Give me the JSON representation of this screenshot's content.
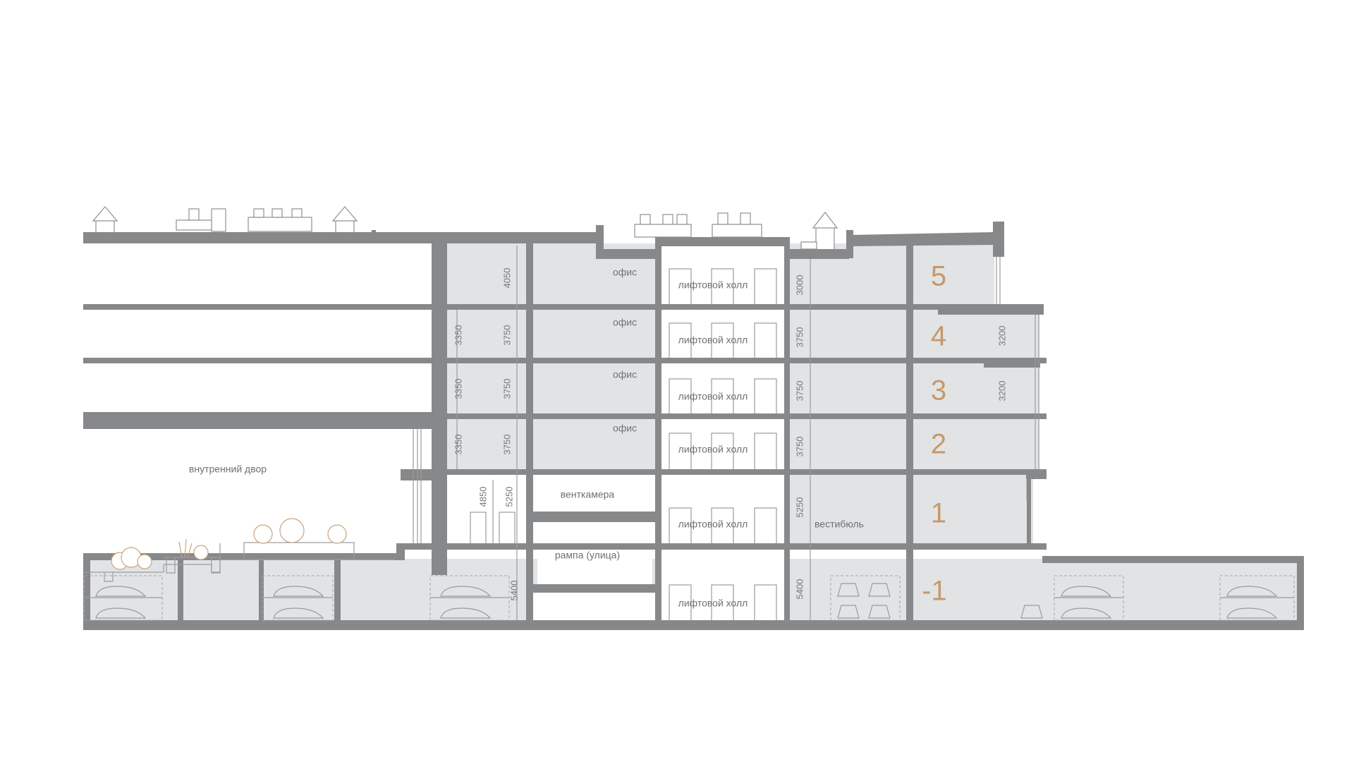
{
  "colors": {
    "structure": "#87888a",
    "room_fill": "#e2e3e5",
    "floor_number": "#c49a6c",
    "plants": "#c8a57c"
  },
  "floors": [
    "5",
    "4",
    "3",
    "2",
    "1",
    "-1"
  ],
  "rooms": {
    "office": [
      "офис",
      "офис",
      "офис",
      "офис"
    ],
    "lift_hall": [
      "лифтовой холл",
      "лифтовой холл",
      "лифтовой холл",
      "лифтовой холл",
      "лифтовой холл",
      "лифтовой холл"
    ],
    "courtyard": "внутренний двор",
    "vent_chamber": "венткамера",
    "ramp": "рампа (улица)",
    "lobby": "вестибюль"
  },
  "dimensions": {
    "west_outer": [
      "4050",
      "3750",
      "3750",
      "3750",
      "5250",
      "5400"
    ],
    "west_inner": [
      "3350",
      "3350",
      "3350",
      "4850"
    ],
    "east": [
      "3000",
      "3750",
      "3750",
      "3750",
      "5250",
      "5400"
    ],
    "facade": [
      "3200",
      "3200"
    ]
  }
}
